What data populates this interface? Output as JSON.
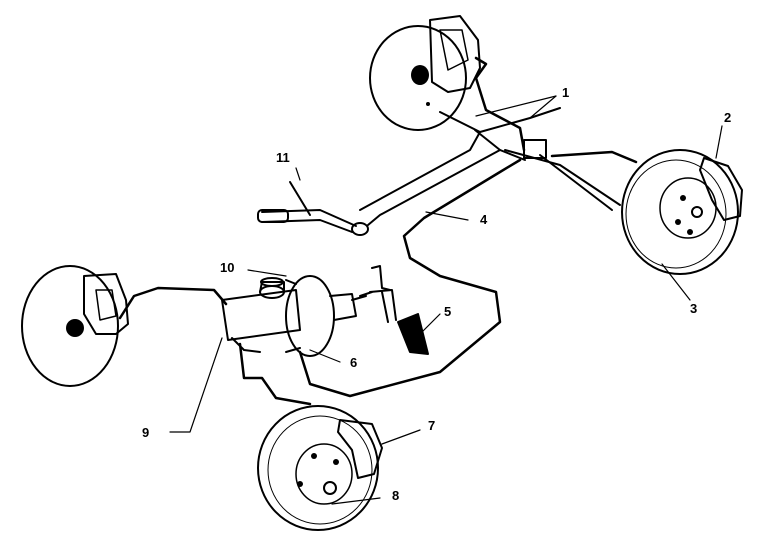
{
  "diagram": {
    "callouts": {
      "c1": "1",
      "c2": "2",
      "c3": "3",
      "c4": "4",
      "c5": "5",
      "c6": "6",
      "c7": "7",
      "c8": "8",
      "c9": "9",
      "c10": "10",
      "c11": "11"
    }
  },
  "colors": {
    "ink": "#000000",
    "background": "#ffffff"
  }
}
